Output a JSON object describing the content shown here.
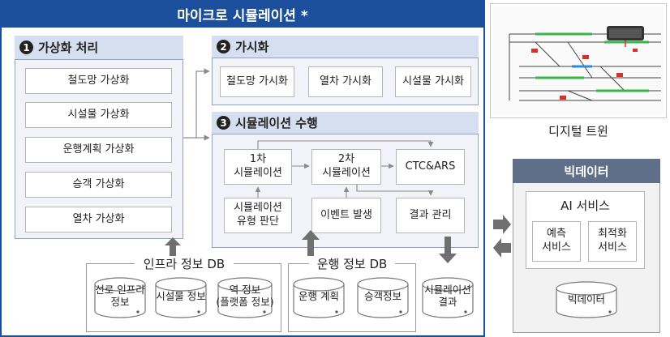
{
  "main": {
    "title": "마이크로 시뮬레이션 *"
  },
  "panel1": {
    "number": "1",
    "title": "가상화 처리",
    "items": [
      "철도망 가상화",
      "시설물 가상화",
      "운행계획 가상화",
      "승객 가상화",
      "열차 가상화"
    ]
  },
  "panel2": {
    "number": "2",
    "title": "가시화",
    "items": [
      "철도망 가시화",
      "열차 가시화",
      "시설물 가시화"
    ]
  },
  "panel3": {
    "number": "3",
    "title": "시뮬레이션 수행",
    "sim1_line1": "1차",
    "sim1_line2": "시뮬레이션",
    "sim2_line1": "2차",
    "sim2_line2": "시뮬레이션",
    "ctc": "CTC&ARS",
    "judge_line1": "시뮬레이션",
    "judge_line2": "유형 판단",
    "event": "이벤트 발생",
    "result_mgmt": "결과 관리"
  },
  "infra_db": {
    "title": "인프라 정보 DB",
    "items": [
      {
        "line1": "선로 인프라",
        "line2": "정보"
      },
      {
        "line1": "시설물 정보",
        "line2": ""
      },
      {
        "line1": "역 정보",
        "line2": "(플랫폼 정보)"
      }
    ]
  },
  "ops_db": {
    "title": "운행 정보 DB",
    "items": [
      {
        "line1": "운행 계획",
        "line2": ""
      },
      {
        "line1": "승객정보",
        "line2": ""
      }
    ]
  },
  "sim_result": {
    "line1": "시뮬레이션",
    "line2": "결과"
  },
  "digital_twin": {
    "caption": "디지털 트윈"
  },
  "bigdata": {
    "title": "빅데이터",
    "ai_title": "AI 서비스",
    "service1_line1": "예측",
    "service1_line2": "서비스",
    "service2_line1": "최적화",
    "service2_line2": "서비스",
    "db_label": "빅데이터"
  },
  "colors": {
    "primary": "#1b4f9c",
    "panel_head": "#d6dff0",
    "panel_bg": "#f1f3f8",
    "right_head": "#5f6f8a",
    "arrow_gray": "#6f6f6f",
    "track_green": "#39b54a",
    "signal_red": "#d9302c"
  }
}
